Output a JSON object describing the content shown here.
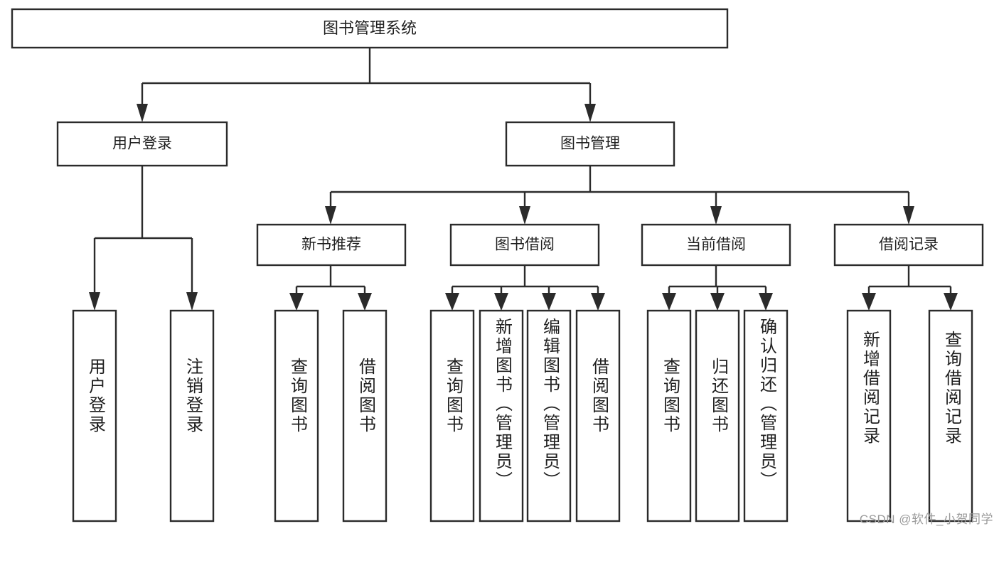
{
  "diagram": {
    "type": "hierarchy-tree",
    "title": "图书管理系统",
    "watermark": "CSDN @软件_小贺同学",
    "colors": {
      "box_stroke": "#2b2b2b",
      "box_fill": "#ffffff",
      "text": "#1f1f1f",
      "background": "#ffffff",
      "watermark": "#9a9a9a"
    },
    "root": {
      "label": "图书管理系统"
    },
    "level2": [
      {
        "label": "用户登录"
      },
      {
        "label": "图书管理"
      }
    ],
    "level3": [
      {
        "label": "新书推荐"
      },
      {
        "label": "图书借阅"
      },
      {
        "label": "当前借阅"
      },
      {
        "label": "借阅记录"
      }
    ],
    "leaves": {
      "user_login": [
        {
          "label": "用户登录"
        },
        {
          "label": "注销登录"
        }
      ],
      "new_book_recommend": [
        {
          "label": "查询图书"
        },
        {
          "label": "借阅图书"
        }
      ],
      "book_borrow": [
        {
          "label": "查询图书"
        },
        {
          "label": "新增图书（管理员）"
        },
        {
          "label": "编辑图书（管理员）"
        },
        {
          "label": "借阅图书"
        }
      ],
      "current_borrow": [
        {
          "label": "查询图书"
        },
        {
          "label": "归还图书"
        },
        {
          "label": "确认归还（管理员）"
        }
      ],
      "borrow_record": [
        {
          "label": "新增借阅记录"
        },
        {
          "label": "查询借阅记录"
        }
      ]
    }
  }
}
